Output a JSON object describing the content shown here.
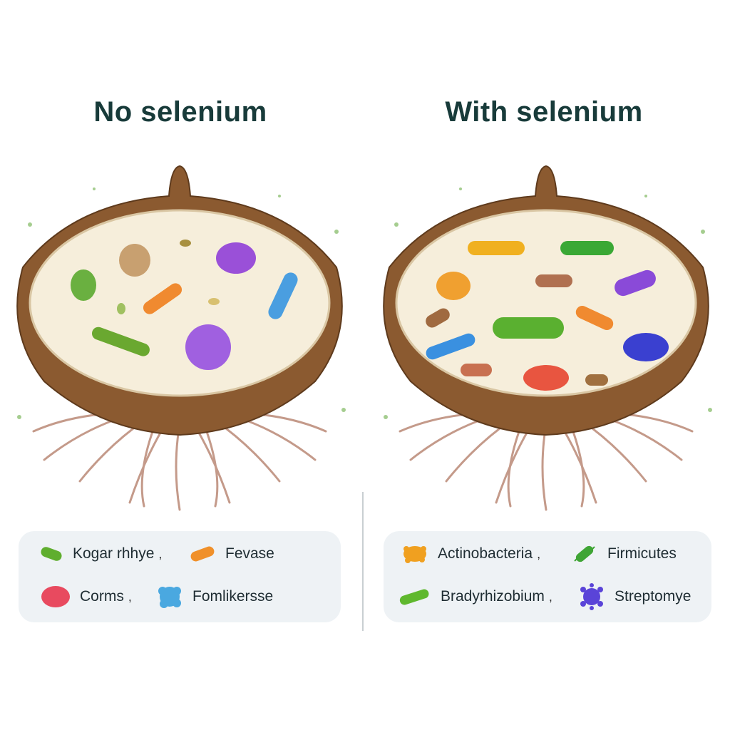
{
  "panels": {
    "left": {
      "title": "No selenium",
      "legend": [
        {
          "label": "Kogar rhhye",
          "icon": "green-rod-bacterium-icon",
          "color": "#5fae2e"
        },
        {
          "label": "Fevase",
          "icon": "orange-rod-bacterium-icon",
          "color": "#f0902a"
        },
        {
          "label": "Corms",
          "icon": "red-oval-cell-icon",
          "color": "#e84a5f"
        },
        {
          "label": "Fomlikersse",
          "icon": "blue-cluster-cell-icon",
          "color": "#4aa8e0"
        }
      ]
    },
    "right": {
      "title": "With selenium",
      "legend": [
        {
          "label": "Actinobacteria",
          "icon": "orange-cluster-cell-icon",
          "color": "#f0a020"
        },
        {
          "label": "Firmicutes",
          "icon": "green-spiky-bacterium-icon",
          "color": "#3fa535"
        },
        {
          "label": "Bradyrhizobium",
          "icon": "green-rod-bacterium-icon",
          "color": "#5fb82e"
        },
        {
          "label": "Streptomye",
          "icon": "purple-spiky-cell-icon",
          "color": "#5a44d8"
        }
      ]
    }
  },
  "colors": {
    "title": "#183b3a",
    "shell": "#8b5a30",
    "flesh": "#f5ecd8",
    "legend_bg": "#eef2f5"
  }
}
